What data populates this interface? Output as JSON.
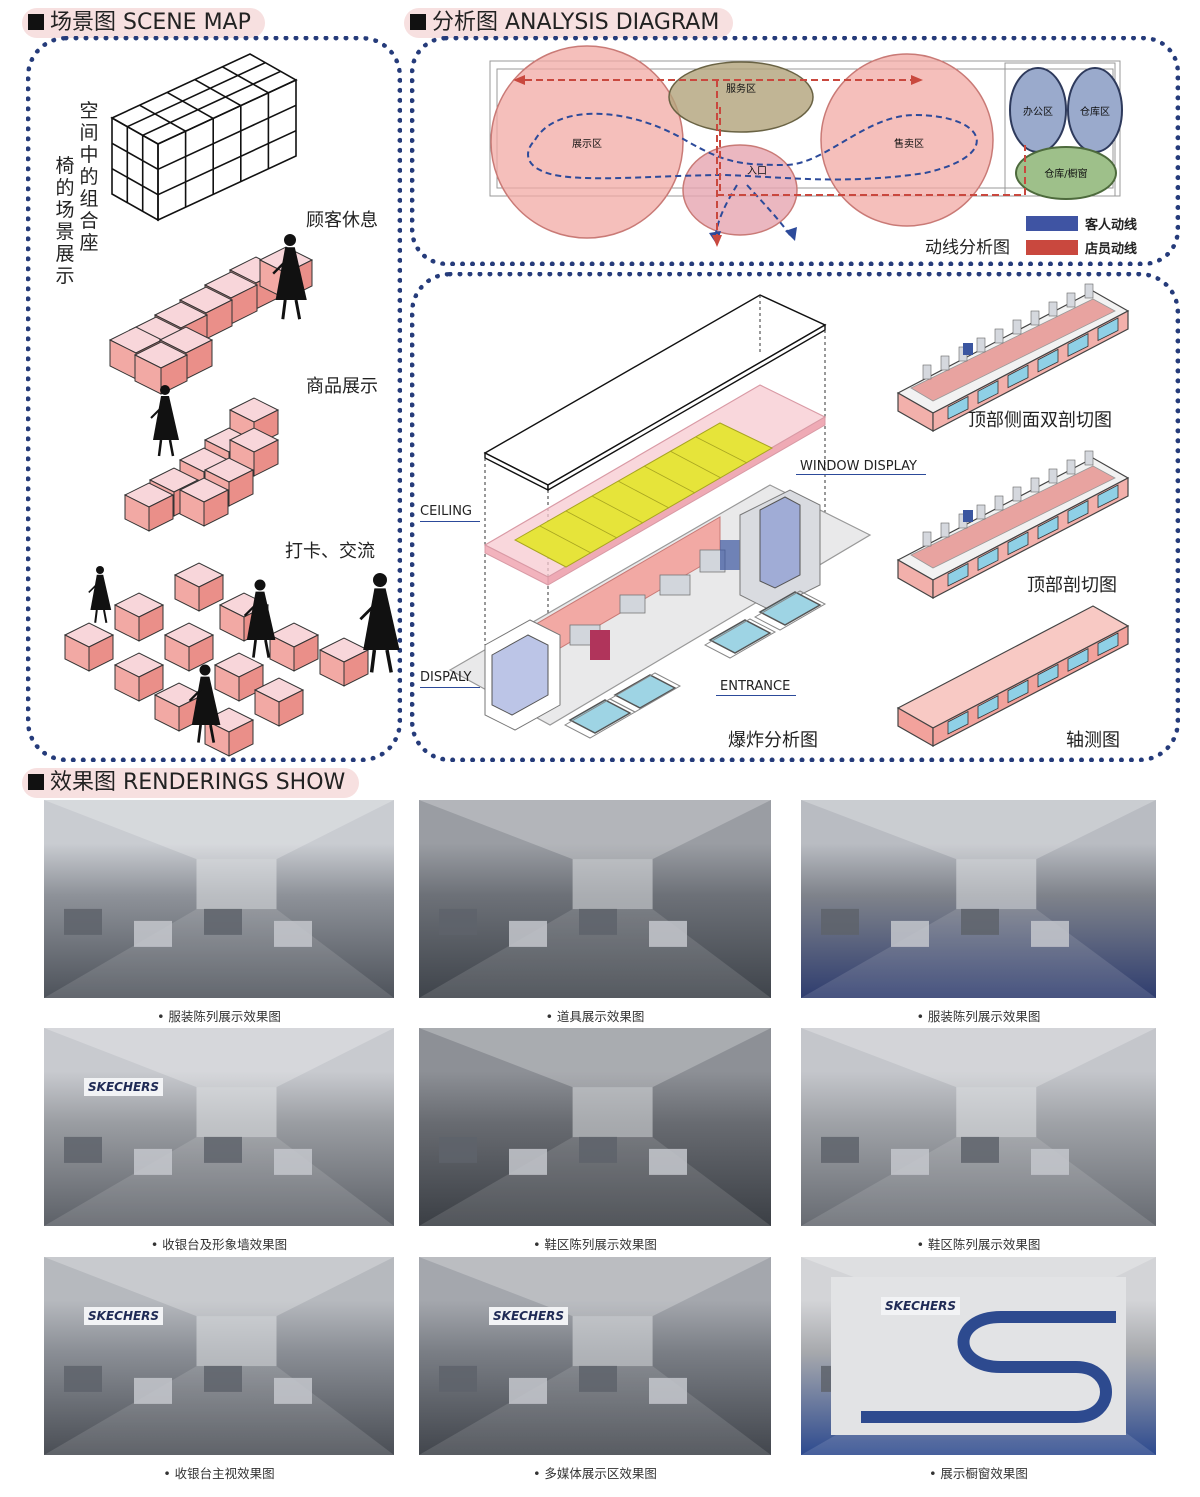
{
  "scene_map": {
    "title": "场景图 SCENE MAP",
    "vertical_text": "空间中的组合座椅的场景展示",
    "labels": [
      "顾客休息",
      "商品展示",
      "打卡、交流"
    ]
  },
  "analysis": {
    "title": "分析图 ANALYSIS DIAGRAM",
    "zones": [
      "服务区",
      "展示区",
      "入口",
      "售卖区",
      "办公区",
      "仓库区",
      "仓库/橱窗"
    ],
    "caption": "动线分析图",
    "legend": [
      {
        "label": "客人动线",
        "color": "#3f54a3"
      },
      {
        "label": "店员动线",
        "color": "#c9483e"
      }
    ]
  },
  "explode": {
    "labels": {
      "ceiling": "CEILING",
      "window": "WINDOW DISPLAY",
      "display": "DISPALY",
      "entrance": "ENTRANCE"
    },
    "caption": "爆炸分析图",
    "side_captions": [
      "顶部侧面双剖切图",
      "顶部剖切图",
      "轴测图"
    ]
  },
  "renderings": {
    "title": "效果图 RENDERINGS SHOW",
    "captions": [
      "• 服装陈列展示效果图",
      "• 道具展示效果图",
      "• 服装陈列展示效果图",
      "• 收银台及形象墙效果图",
      "• 鞋区陈列展示效果图",
      "• 鞋区陈列展示效果图",
      "• 收银台主视效果图",
      "• 多媒体展示区效果图",
      "• 展示橱窗效果图"
    ],
    "brand": "SKECHERS"
  },
  "colors": {
    "pink": "#f2a9a4",
    "navy": "#253b7a",
    "yellow": "#e6e43a"
  }
}
